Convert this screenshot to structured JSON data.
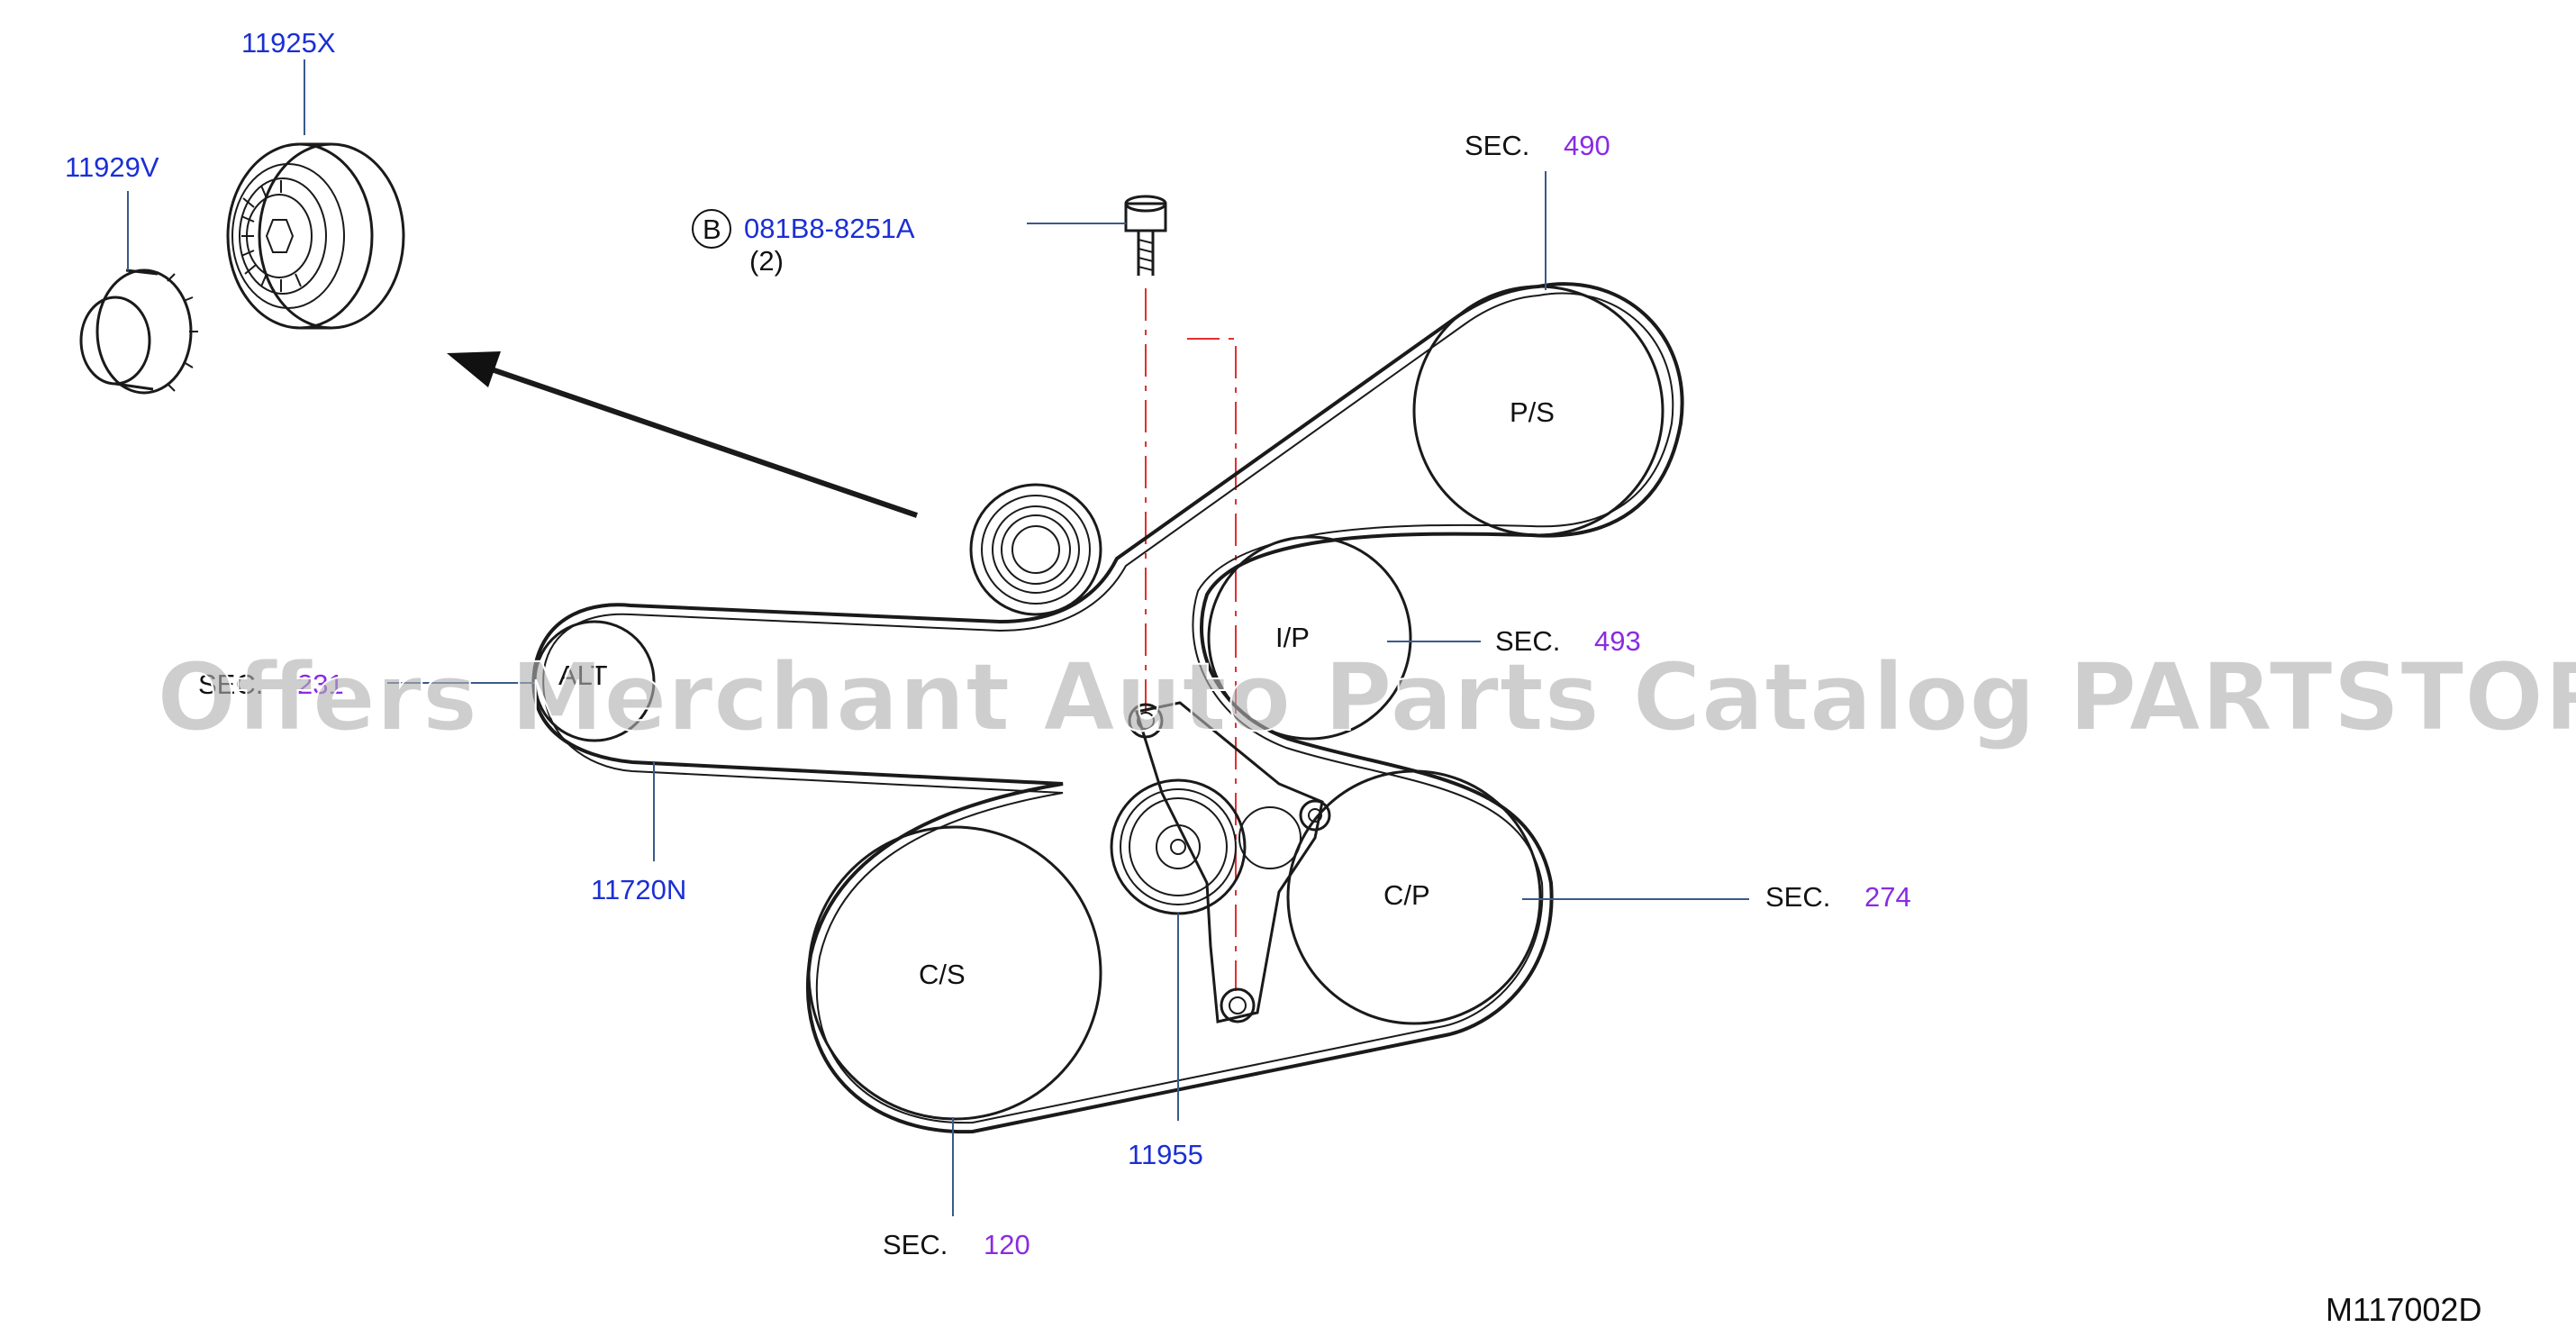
{
  "diagram_code": "M117002D",
  "watermark": "Offers Merchant Auto Parts Catalog PARTSTORE.SA",
  "sec_label": "SEC.",
  "parts": {
    "tensioner_pulley": "11925X",
    "pulley_cap": "11929V",
    "bolt": "081B8-8251A",
    "bolt_qty": "(2)",
    "bolt_circle_letter": "B",
    "drive_belt": "11720N",
    "auto_tensioner": "11955"
  },
  "sections": {
    "ps": "490",
    "ip": "493",
    "cp": "274",
    "cs": "120",
    "alt": "231"
  },
  "pulley_labels": {
    "ps": "P/S",
    "ip": "I/P",
    "alt": "ALT",
    "cp": "C/P",
    "cs": "C/S"
  },
  "colors": {
    "part_number": "#1b2fd4",
    "section_number": "#8a2be2",
    "centerline": "#e03030"
  }
}
